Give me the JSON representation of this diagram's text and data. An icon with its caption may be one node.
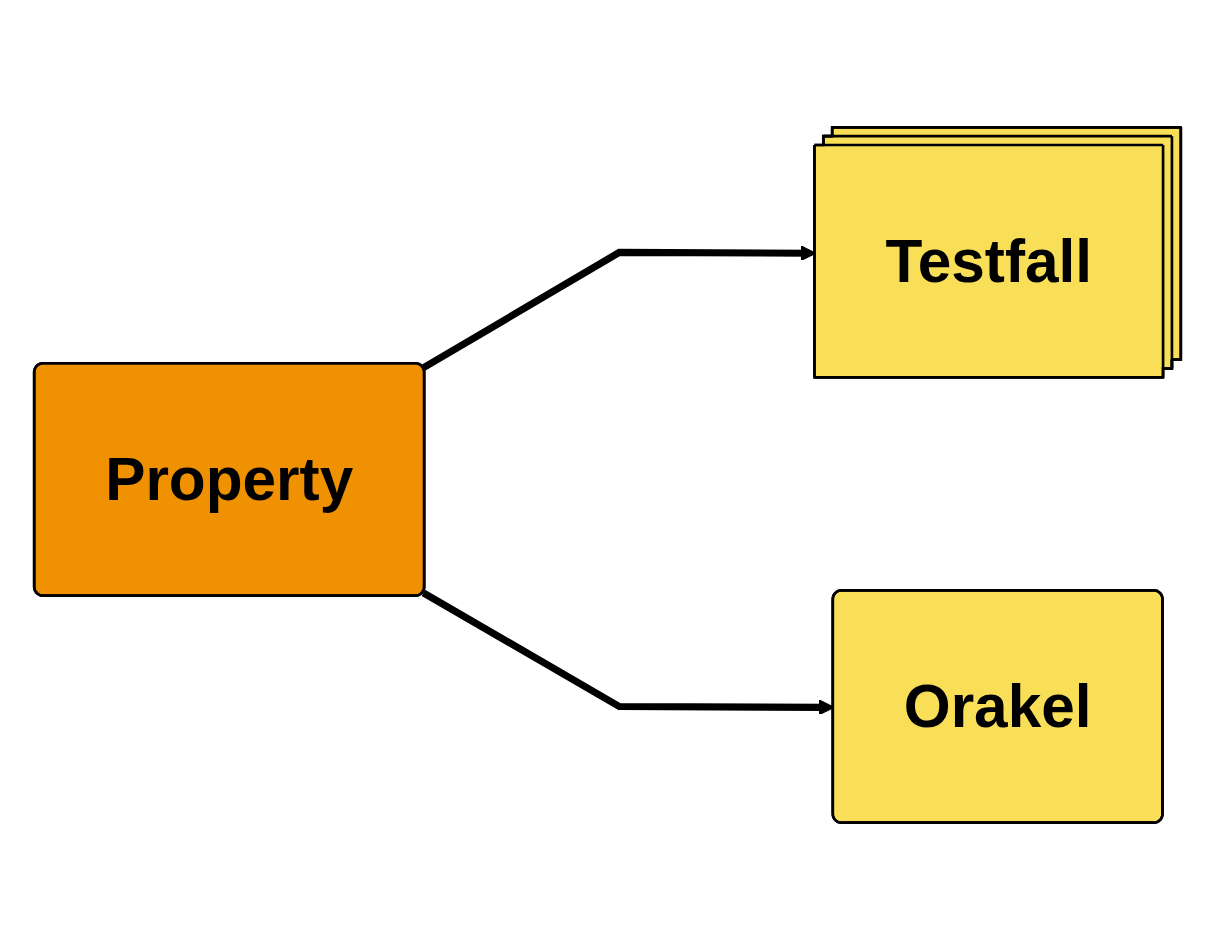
{
  "diagram": {
    "nodes": [
      {
        "text": [
          "Property"
        ]
      },
      {
        "text": [
          "Testfall"
        ]
      },
      {
        "text": [
          "Orakel"
        ]
      }
    ],
    "edges": [
      {
        "from": 0,
        "to": 1,
        "arrow": "to"
      },
      {
        "from": 0,
        "to": 2,
        "arrow": "to"
      }
    ]
  }
}
